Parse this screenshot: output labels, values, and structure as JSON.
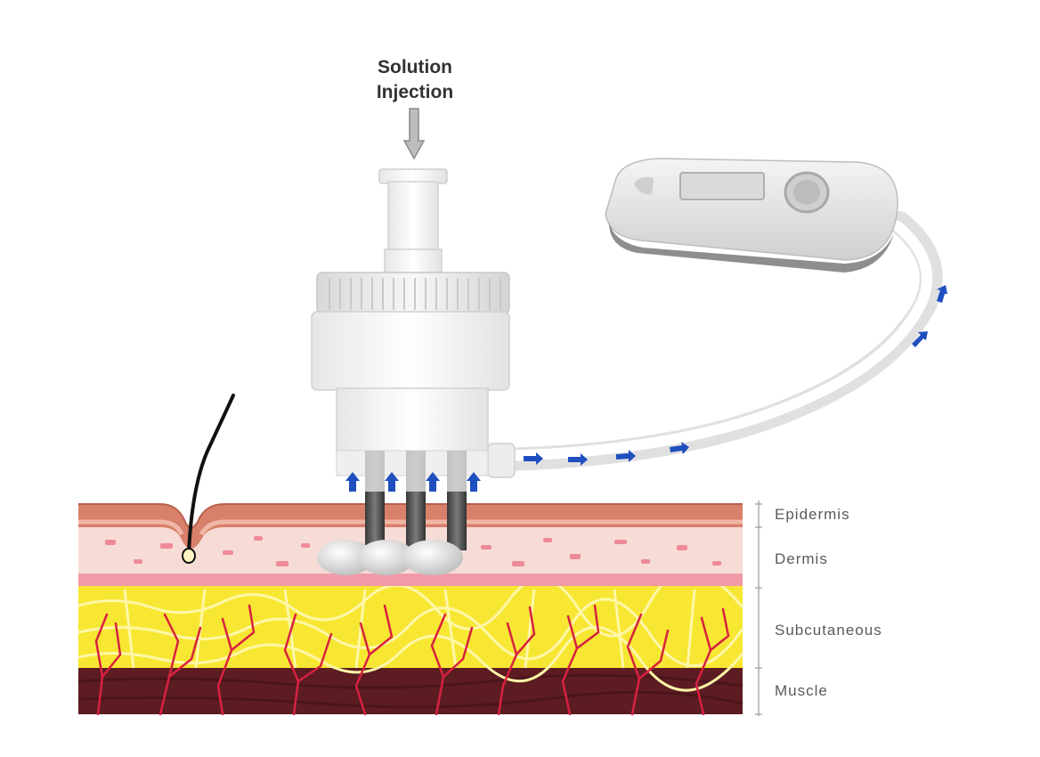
{
  "title": {
    "line1": "Solution",
    "line2": "Injection"
  },
  "layers": {
    "epidermis": "Epidermis",
    "dermis": "Dermis",
    "subcutaneous": "Subcutaneous",
    "muscle": "Muscle"
  },
  "colors": {
    "epidermis": "#d9806a",
    "dermis": "#f7dcd6",
    "dermis_base": "#ef9aa6",
    "subcutaneous": "#f7e733",
    "muscle": "#5c1c22",
    "vessels": "#d8213f",
    "flow_arrows": "#1f4fbf",
    "device": "#f2f2f2"
  }
}
